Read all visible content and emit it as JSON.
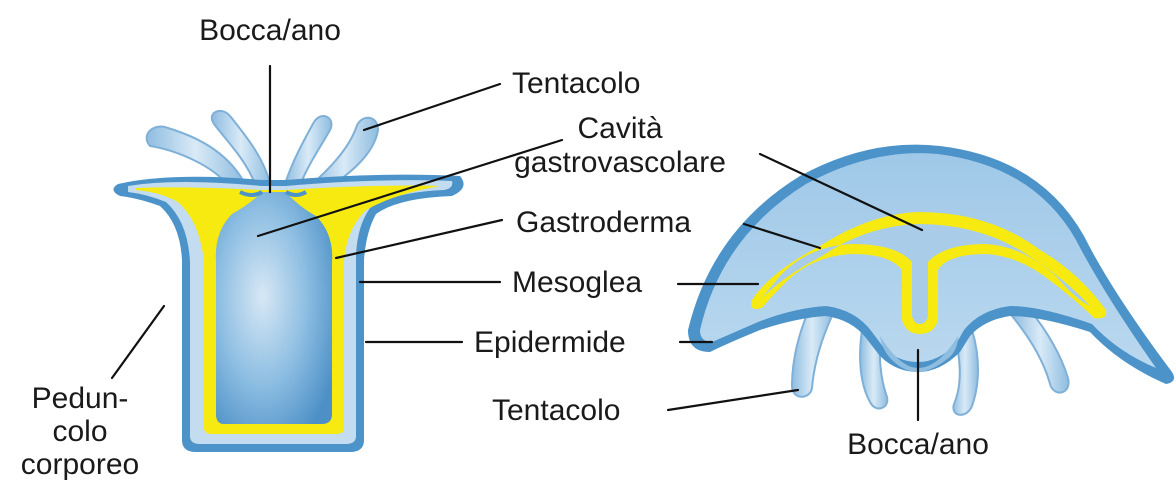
{
  "labels": {
    "polyp_mouth": "Bocca/ano",
    "polyp_tentacle": "Tentacolo",
    "cavity_line1": "Cavità",
    "cavity_line2": "gastrovascolare",
    "gastroderm": "Gastroderma",
    "mesoglea": "Mesoglea",
    "epidermis": "Epidermide",
    "peduncle_line1": "Pedun-",
    "peduncle_line2": "colo",
    "peduncle_line3": "corporeo",
    "medusa_tentacle": "Tentacolo",
    "medusa_mouth": "Bocca/ano"
  },
  "colors": {
    "epidermis": "#4b93c9",
    "mesoglea": "#bfd9ee",
    "gastroderm": "#f7ea10",
    "cavity": "#5d9fd0",
    "tentacle": "#a8cbe6",
    "text": "#1a1a1a"
  }
}
